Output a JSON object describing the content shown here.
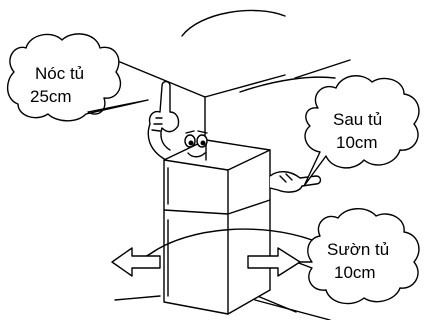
{
  "callouts": {
    "top": {
      "line1": "Nóc tủ",
      "line2": "25cm"
    },
    "back": {
      "line1": "Sau tủ",
      "line2": "10cm"
    },
    "side": {
      "line1": "Sườn tủ",
      "line2": "10cm"
    }
  },
  "colors": {
    "ink": "#000000",
    "paper": "#ffffff"
  },
  "icons": [
    "cloud-bubble-icon",
    "pointing-hand-icon",
    "arrow-icon",
    "face-icon"
  ]
}
